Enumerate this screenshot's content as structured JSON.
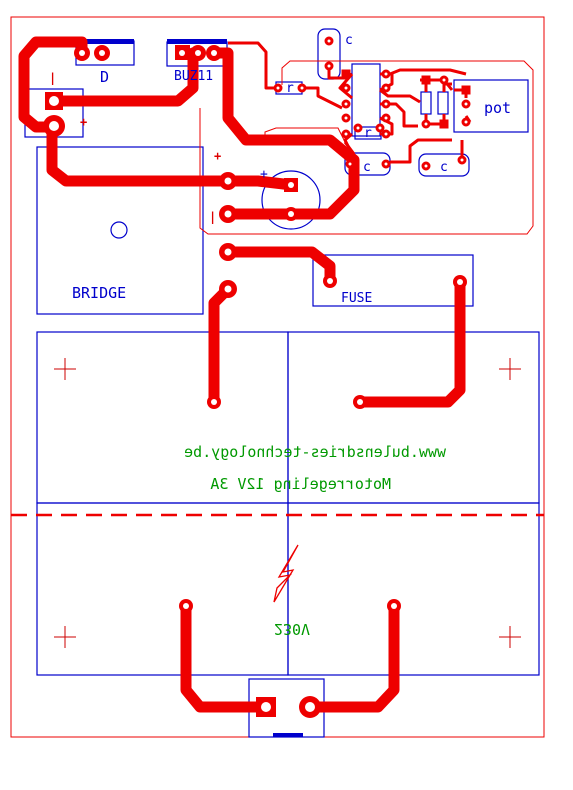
{
  "labels": {
    "diode": "D",
    "triac": "BUZ11",
    "bridge": "BRIDGE",
    "fuse": "FUSE",
    "pot": "pot",
    "cap_top": "c",
    "cap_mid1": "c",
    "cap_mid2": "c",
    "res_1": "r",
    "res_2": "r",
    "website": "www.bulensdries-technology.be",
    "title": "Motorregeling 12V 3A",
    "voltage": "230V",
    "plus_1": "+",
    "plus_2": "+",
    "plus_3": "+",
    "minus_1": "|",
    "minus_2": "|"
  },
  "colors": {
    "copper": "#ee0000",
    "silkscreen": "#0000cc",
    "text_mirror": "#009900",
    "board_outline": "#ee0000"
  },
  "icons": {
    "hv_warning": "lightning-bolt-icon",
    "mount_hole": "crosshair-icon"
  }
}
